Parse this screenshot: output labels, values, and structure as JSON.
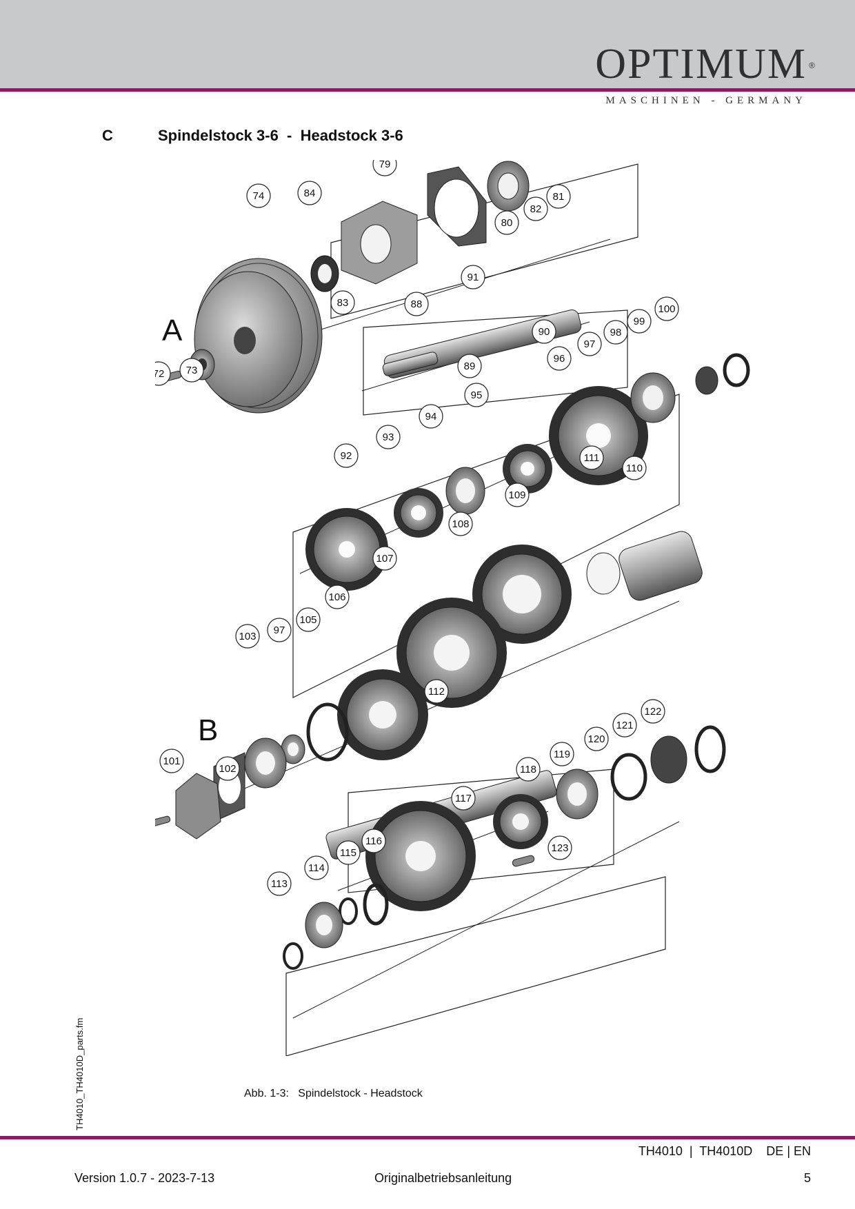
{
  "header": {
    "brand": "OPTIMUM",
    "registered_mark": "®",
    "brand_sub": "MASCHINEN - GERMANY",
    "brand_color": "#2f3033",
    "accent_color": "#8a1c5f"
  },
  "section": {
    "letter": "C",
    "title": "Spindelstock 3-6  -  Headstock 3-6"
  },
  "figure": {
    "group_labels": [
      "A",
      "B"
    ],
    "callouts": [
      "72",
      "73",
      "74",
      "79",
      "80",
      "81",
      "82",
      "83",
      "84",
      "88",
      "89",
      "90",
      "91",
      "92",
      "93",
      "94",
      "95",
      "96",
      "97",
      "98",
      "99",
      "100",
      "101",
      "102",
      "103",
      "97",
      "105",
      "106",
      "107",
      "108",
      "109",
      "110",
      "111",
      "112",
      "113",
      "114",
      "115",
      "116",
      "117",
      "118",
      "119",
      "120",
      "121",
      "122",
      "123"
    ],
    "caption": "Abb. 1-3:   Spindelstock - Headstock"
  },
  "side_note": "TH4010_TH4010D_parts.fm",
  "footer": {
    "models": "TH4010  |  TH4010D    DE | EN",
    "version": "Version 1.0.7 - 2023-7-13",
    "document": "Originalbetriebsanleitung",
    "page_number": "5"
  }
}
